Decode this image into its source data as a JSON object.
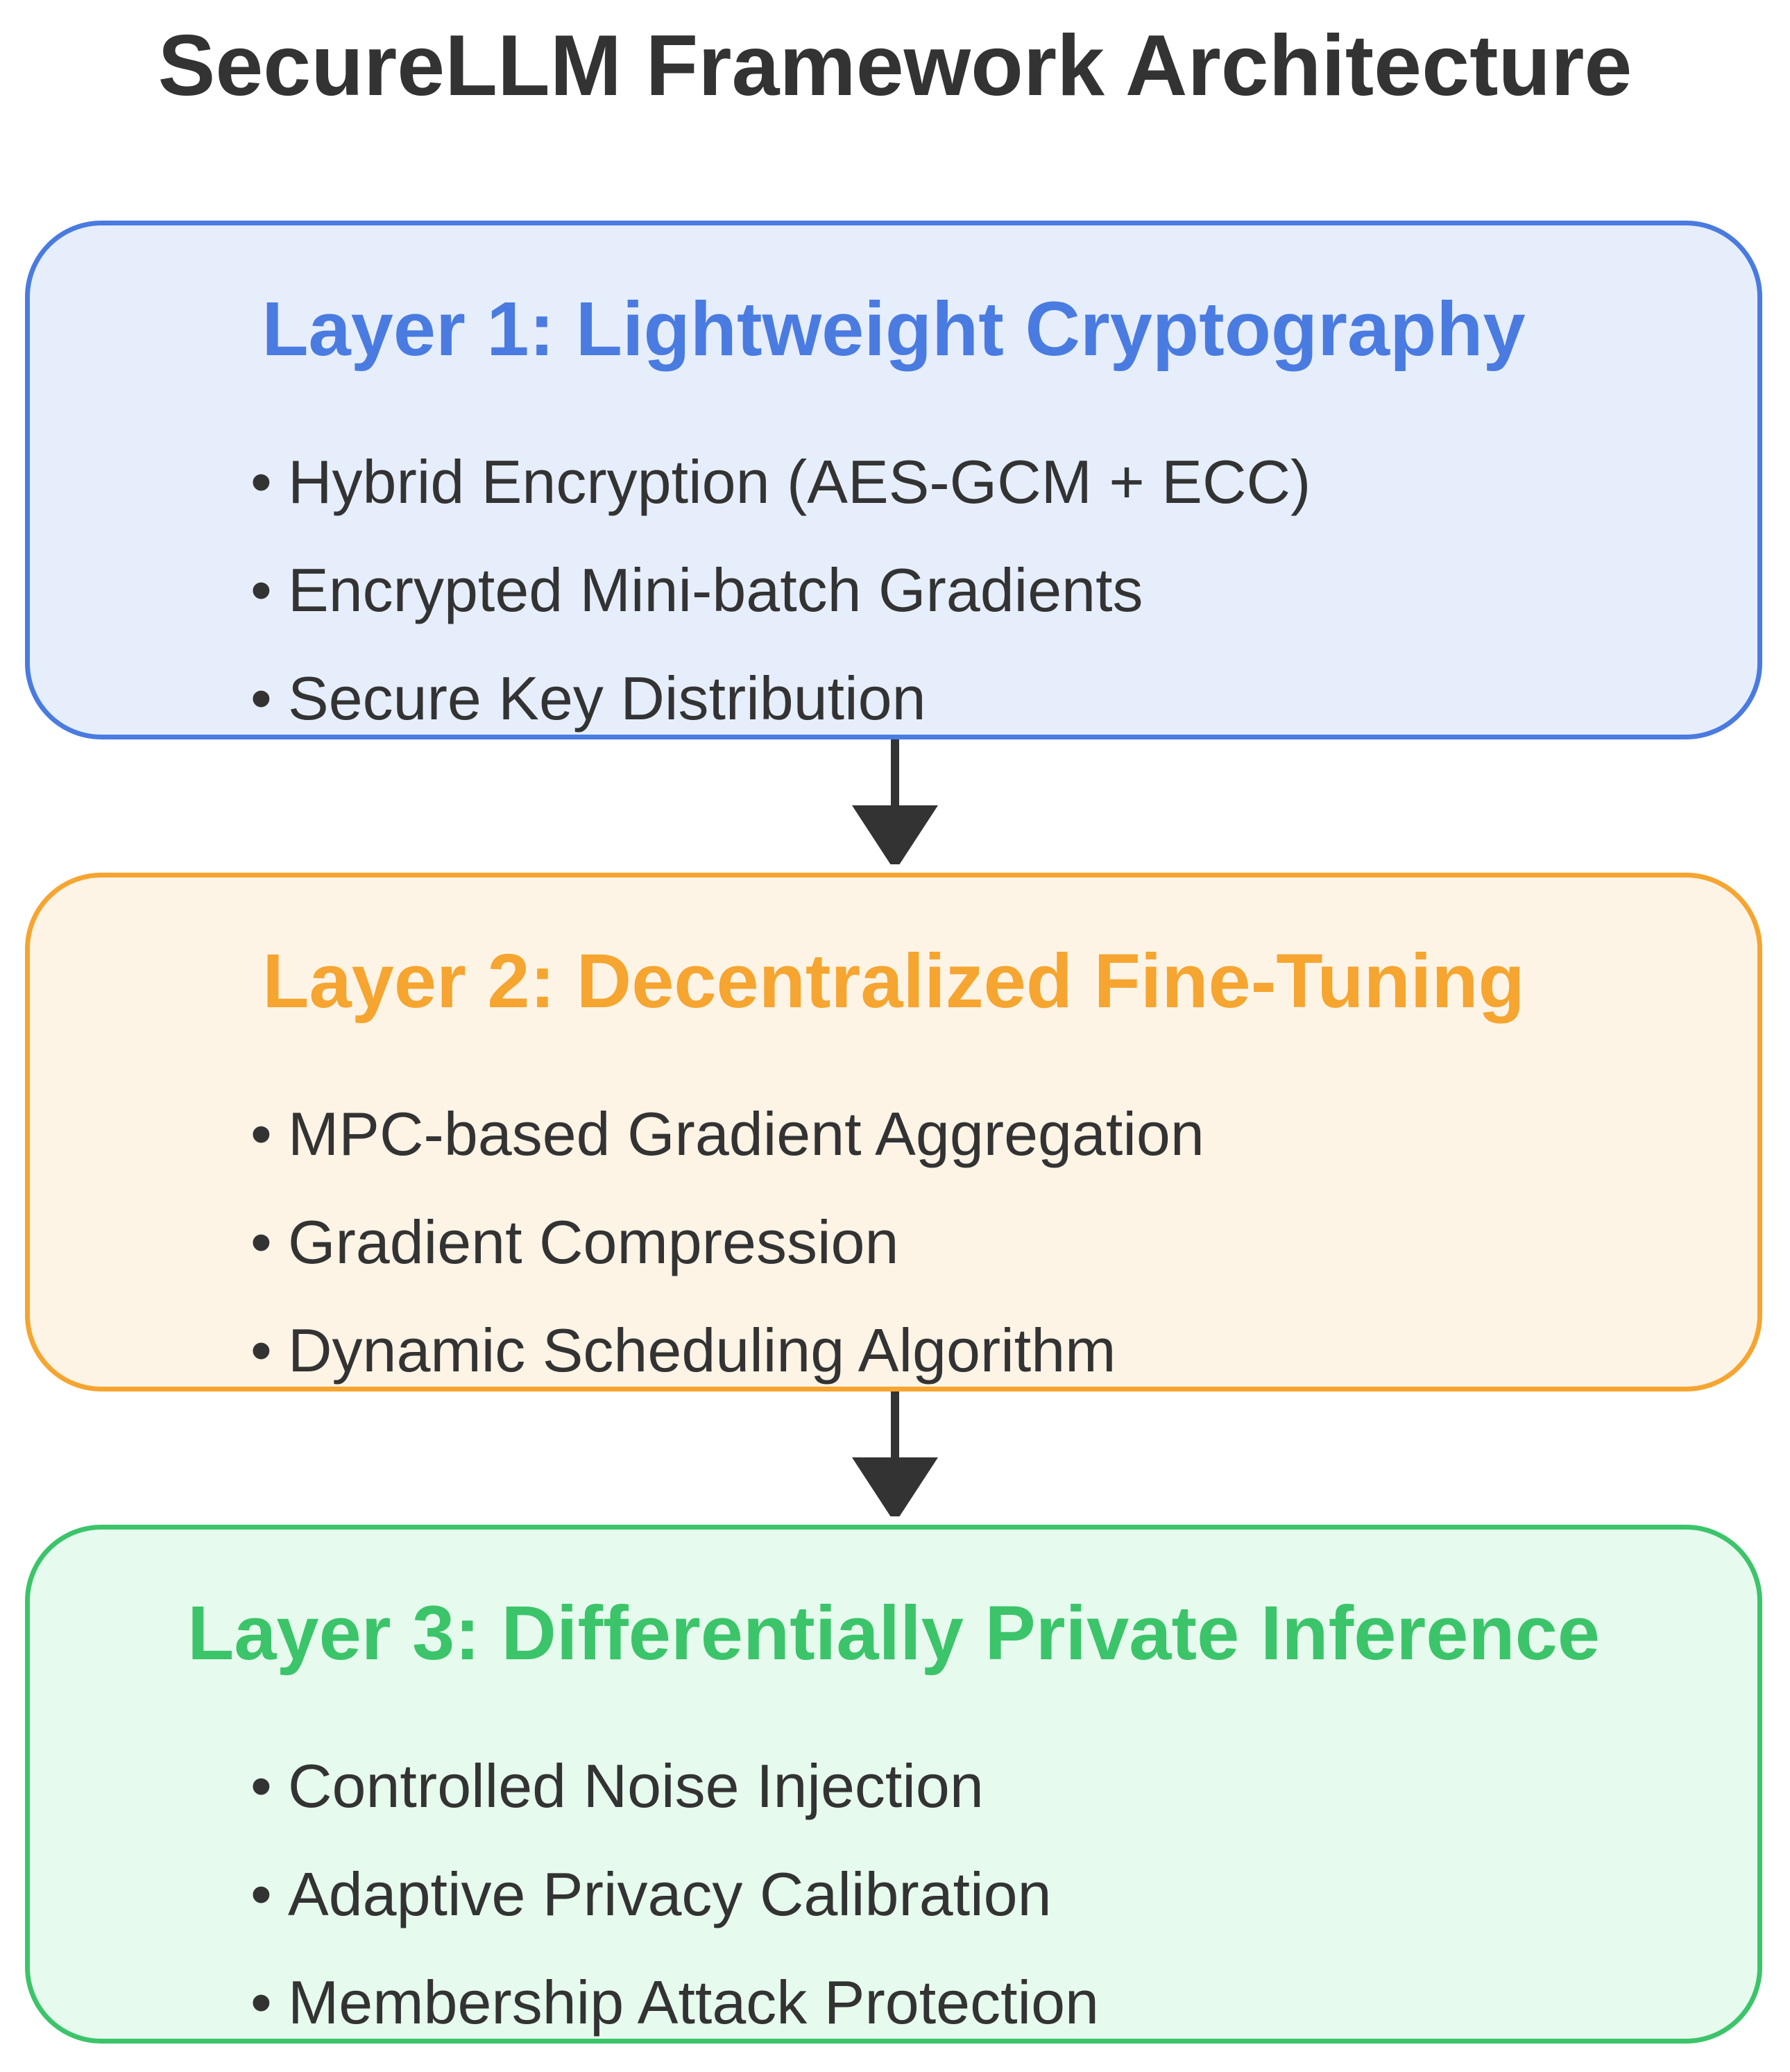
{
  "title": "SecureLLM Framework Architecture",
  "colors": {
    "text": "#333333",
    "arrow": "#333333"
  },
  "layers": [
    {
      "title": "Layer 1: Lightweight Cryptography",
      "border_color": "#4a7be0",
      "background_color": "#e6eefc",
      "title_color": "#4a7be0",
      "items": [
        "Hybrid Encryption (AES-GCM + ECC)",
        "Encrypted Mini-batch Gradients",
        "Secure Key Distribution"
      ]
    },
    {
      "title": "Layer 2: Decentralized Fine-Tuning",
      "border_color": "#f5a530",
      "background_color": "#fef4e6",
      "title_color": "#f5a530",
      "items": [
        "MPC-based Gradient Aggregation",
        "Gradient Compression",
        "Dynamic Scheduling Algorithm"
      ]
    },
    {
      "title": "Layer 3: Differentially Private Inference",
      "border_color": "#3cc46a",
      "background_color": "#e6fbee",
      "title_color": "#3cc46a",
      "items": [
        "Controlled Noise Injection",
        "Adaptive Privacy Calibration",
        "Membership Attack Protection"
      ]
    }
  ]
}
